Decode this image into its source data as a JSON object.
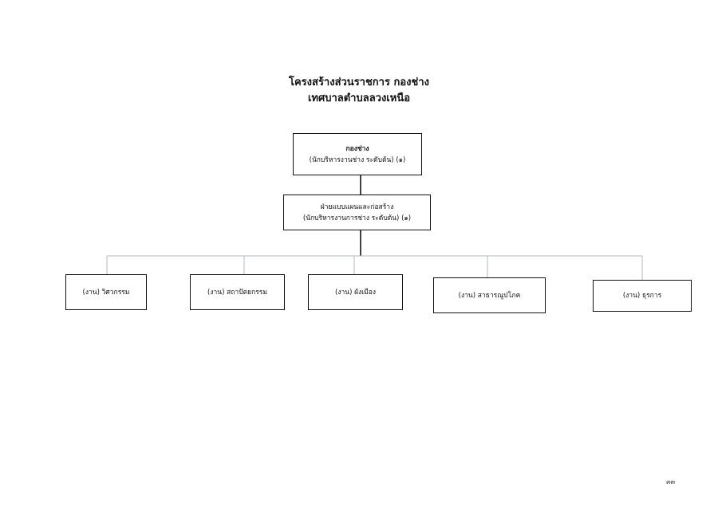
{
  "title": {
    "line1": "โครงสร้างส่วนราชการ กองช่าง",
    "line2": "เทศบาลตำบลลวงเหนือ"
  },
  "top_box": {
    "title": "กองช่าง",
    "subtitle": "(นักบริหารงานช่าง ระดับต้น) (๑)"
  },
  "mid_box": {
    "title": "ฝ่ายแบบแผนและก่อสร้าง",
    "subtitle": "(นักบริหารงานการช่าง ระดับต้น) (๑)"
  },
  "units": [
    {
      "label": "(งาน) วิศวกรรม"
    },
    {
      "label": "(งาน) สถาปัตยกรรม"
    },
    {
      "label": "(งาน) ผังเมือง"
    },
    {
      "label": "(งาน) สาธารณูปโภค"
    },
    {
      "label": "(งาน) ธุรการ"
    }
  ],
  "page_number": "๓๓",
  "colors": {
    "main_line": "#111111",
    "branch_line": "#aeb8c0",
    "box_border": "#111111"
  }
}
